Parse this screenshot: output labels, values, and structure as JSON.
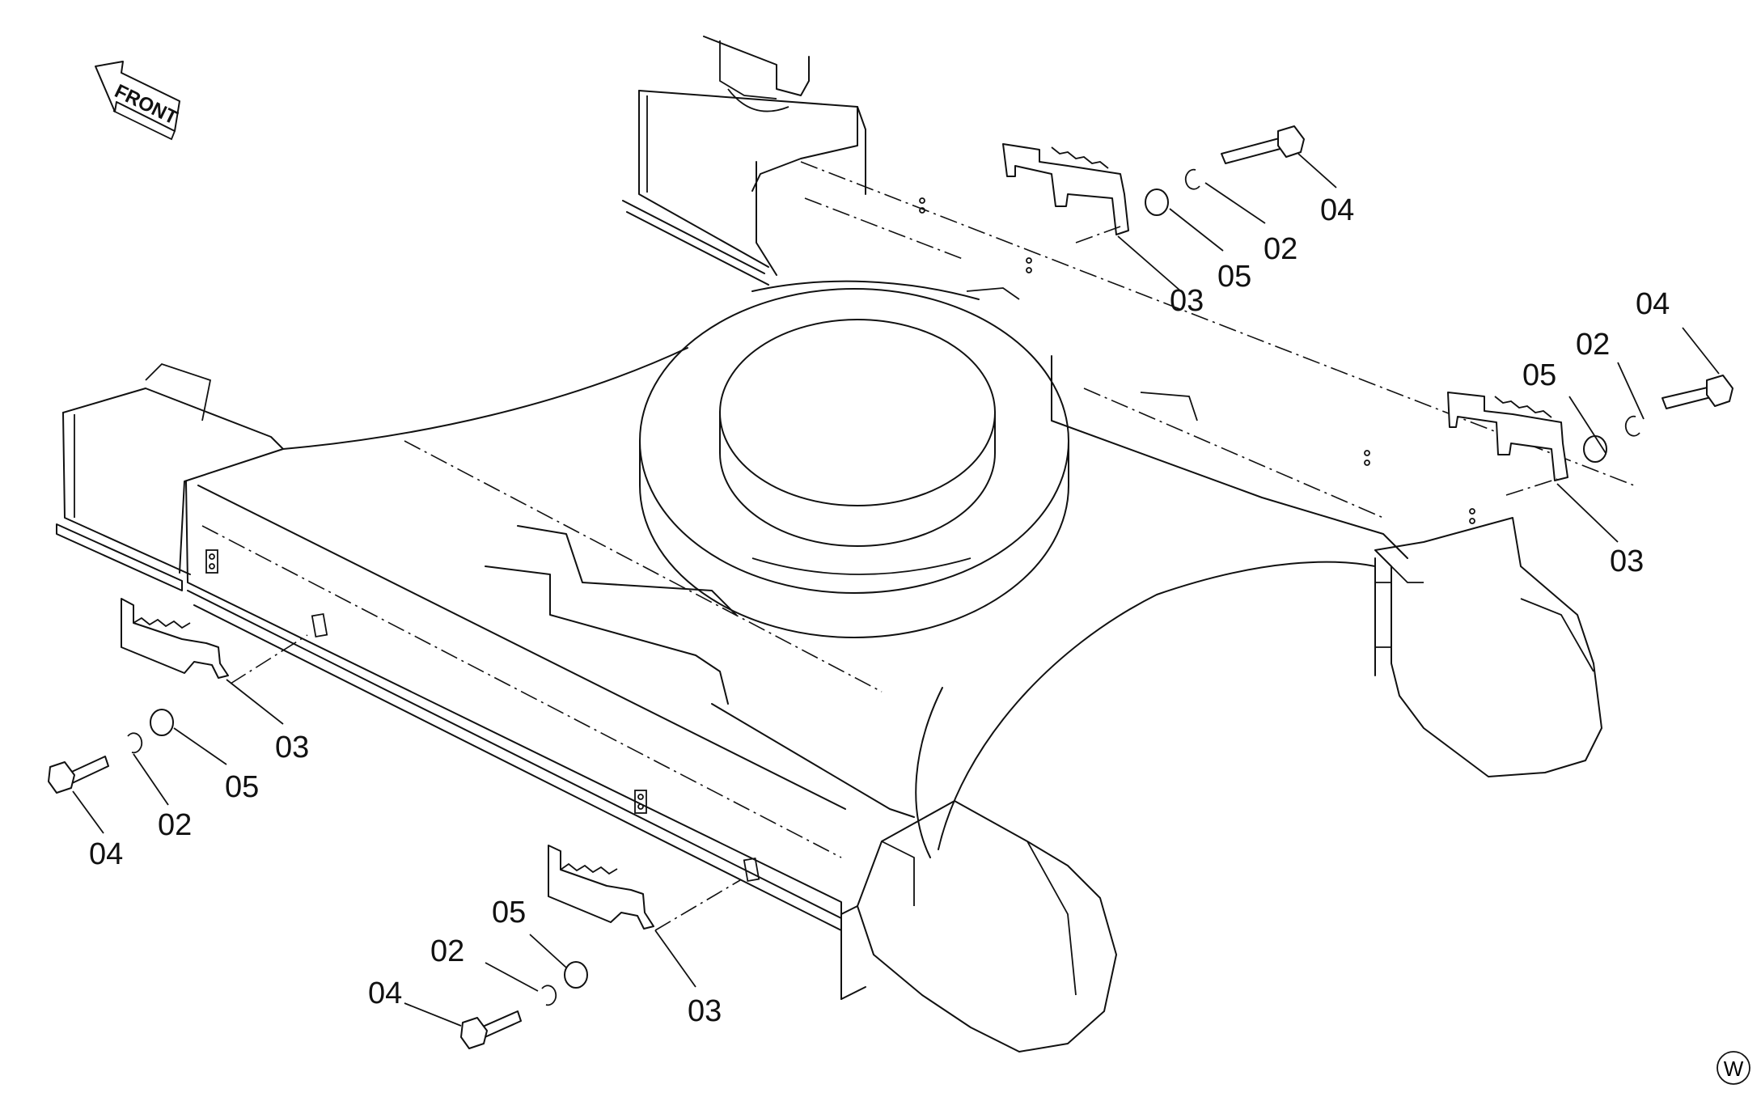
{
  "front_arrow": {
    "label": "FRONT"
  },
  "callouts": {
    "ur": {
      "c04": "04",
      "c02": "02",
      "c05": "05",
      "c03": "03"
    },
    "r": {
      "c04": "04",
      "c02": "02",
      "c05": "05",
      "c03": "03"
    },
    "l": {
      "c03": "03",
      "c05": "05",
      "c02": "02",
      "c04": "04"
    },
    "b": {
      "c05": "05",
      "c02": "02",
      "c04": "04",
      "c03": "03"
    }
  },
  "corner_mark": {
    "label": "W"
  }
}
